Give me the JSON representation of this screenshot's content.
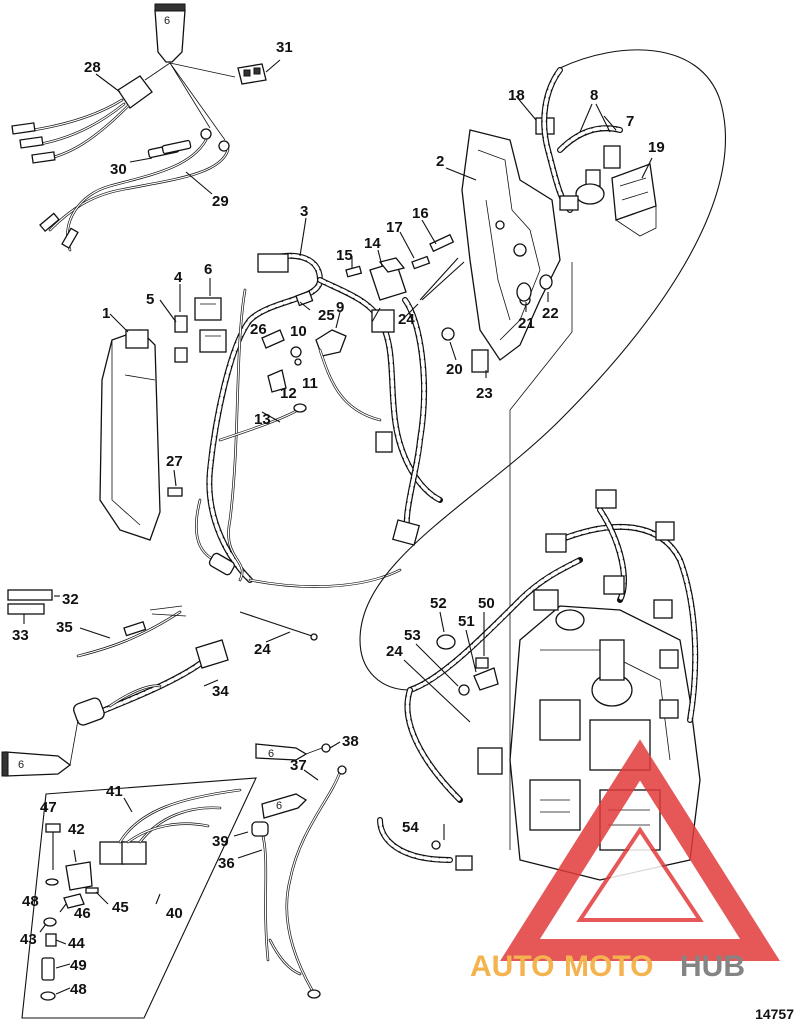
{
  "figure_number": "14757",
  "watermark": {
    "text_auto": "AUTO",
    "text_moto": "MOTO",
    "text_hub": "HUB"
  },
  "colors": {
    "watermark_red": "#e23a3a",
    "watermark_orange": "#f3a630",
    "watermark_gray": "#6f6f6f",
    "line": "#111111"
  },
  "tubes": {
    "sealant_label": "6"
  },
  "callouts": [
    "1",
    "2",
    "3",
    "4",
    "5",
    "6",
    "7",
    "8",
    "9",
    "10",
    "11",
    "12",
    "13",
    "14",
    "15",
    "16",
    "17",
    "18",
    "19",
    "20",
    "21",
    "22",
    "23",
    "24",
    "25",
    "26",
    "27",
    "28",
    "29",
    "30",
    "31",
    "32",
    "33",
    "34",
    "35",
    "36",
    "37",
    "38",
    "39",
    "40",
    "41",
    "42",
    "43",
    "44",
    "45",
    "46",
    "47",
    "48",
    "49",
    "50",
    "51",
    "52",
    "53",
    "54"
  ],
  "labels": [
    {
      "id": "l31",
      "text": "31"
    },
    {
      "id": "l28",
      "text": "28"
    },
    {
      "id": "l30",
      "text": "30"
    },
    {
      "id": "l29",
      "text": "29"
    },
    {
      "id": "l18",
      "text": "18"
    },
    {
      "id": "l8",
      "text": "8"
    },
    {
      "id": "l7",
      "text": "7"
    },
    {
      "id": "l2",
      "text": "2"
    },
    {
      "id": "l19",
      "text": "19"
    },
    {
      "id": "l3",
      "text": "3"
    },
    {
      "id": "l17",
      "text": "17"
    },
    {
      "id": "l16",
      "text": "16"
    },
    {
      "id": "l14",
      "text": "14"
    },
    {
      "id": "l15",
      "text": "15"
    },
    {
      "id": "l4",
      "text": "4"
    },
    {
      "id": "l6",
      "text": "6"
    },
    {
      "id": "l5",
      "text": "5"
    },
    {
      "id": "l1",
      "text": "1"
    },
    {
      "id": "l25",
      "text": "25"
    },
    {
      "id": "l9",
      "text": "9"
    },
    {
      "id": "l26",
      "text": "26"
    },
    {
      "id": "l10",
      "text": "10"
    },
    {
      "id": "l24a",
      "text": "24"
    },
    {
      "id": "l21",
      "text": "21"
    },
    {
      "id": "l22",
      "text": "22"
    },
    {
      "id": "l12",
      "text": "12"
    },
    {
      "id": "l11",
      "text": "11"
    },
    {
      "id": "l20",
      "text": "20"
    },
    {
      "id": "l23",
      "text": "23"
    },
    {
      "id": "l13",
      "text": "13"
    },
    {
      "id": "l27",
      "text": "27"
    },
    {
      "id": "l32",
      "text": "32"
    },
    {
      "id": "l33",
      "text": "33"
    },
    {
      "id": "l35",
      "text": "35"
    },
    {
      "id": "l24b",
      "text": "24"
    },
    {
      "id": "l34",
      "text": "34"
    },
    {
      "id": "l52",
      "text": "52"
    },
    {
      "id": "l50",
      "text": "50"
    },
    {
      "id": "l51",
      "text": "51"
    },
    {
      "id": "l53",
      "text": "53"
    },
    {
      "id": "l24c",
      "text": "24"
    },
    {
      "id": "l38",
      "text": "38"
    },
    {
      "id": "l37",
      "text": "37"
    },
    {
      "id": "l41",
      "text": "41"
    },
    {
      "id": "l47",
      "text": "47"
    },
    {
      "id": "l42",
      "text": "42"
    },
    {
      "id": "l39",
      "text": "39"
    },
    {
      "id": "l36",
      "text": "36"
    },
    {
      "id": "l48a",
      "text": "48"
    },
    {
      "id": "l46",
      "text": "46"
    },
    {
      "id": "l45",
      "text": "45"
    },
    {
      "id": "l40",
      "text": "40"
    },
    {
      "id": "l43",
      "text": "43"
    },
    {
      "id": "l44",
      "text": "44"
    },
    {
      "id": "l49",
      "text": "49"
    },
    {
      "id": "l48b",
      "text": "48"
    },
    {
      "id": "l54",
      "text": "54"
    }
  ]
}
